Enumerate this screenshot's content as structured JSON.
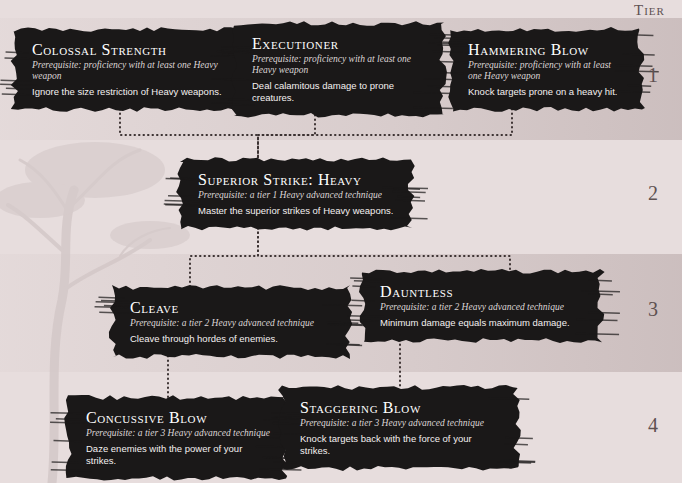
{
  "diagram": {
    "nodes": [
      {
        "text": [
          "Colossal Strength",
          "Prerequisite: proficiency with at least one Heavy weapon",
          "Ignore the size restriction of Heavy weapons."
        ]
      },
      {
        "text": [
          "Executioner",
          "Prerequisite: proficiency with at least one Heavy weapon",
          "Deal calamitous damage to prone creatures."
        ]
      },
      {
        "text": [
          "Hammering Blow",
          "Prerequisite: proficiency with at least one Heavy weapon",
          "Knock targets prone on a heavy hit."
        ]
      },
      {
        "text": [
          "Superior Strike: Heavy",
          "Prerequisite: a tier 1 Heavy advanced technique",
          "Master the superior strikes of Heavy weapons."
        ]
      },
      {
        "text": [
          "Cleave",
          "Prerequisite: a tier 2 Heavy advanced technique",
          "Cleave through hordes of enemies."
        ]
      },
      {
        "text": [
          "Dauntless",
          "Prerequisite: a tier 2 Heavy advanced technique",
          "Minimum damage equals maximum damage."
        ]
      },
      {
        "text": [
          "Concussive Blow",
          "Prerequisite: a tier 3 Heavy advanced technique",
          "Daze enemies with the power of your strikes."
        ]
      },
      {
        "text": [
          "Staggering Blow",
          "Prerequisite: a tier 3 Heavy advanced technique",
          "Knock targets back with the force of your strikes."
        ]
      }
    ],
    "edges": [
      {
        "from": 0,
        "to": 3,
        "arrow": "none"
      },
      {
        "from": 1,
        "to": 3,
        "arrow": "none"
      },
      {
        "from": 2,
        "to": 3,
        "arrow": "none"
      },
      {
        "from": 3,
        "to": 4,
        "arrow": "none"
      },
      {
        "from": 3,
        "to": 5,
        "arrow": "none"
      },
      {
        "from": 4,
        "to": 6,
        "arrow": "none"
      },
      {
        "from": 5,
        "to": 7,
        "arrow": "none"
      }
    ],
    "labels": [
      "Tier",
      "1",
      "2",
      "3",
      "4"
    ]
  }
}
